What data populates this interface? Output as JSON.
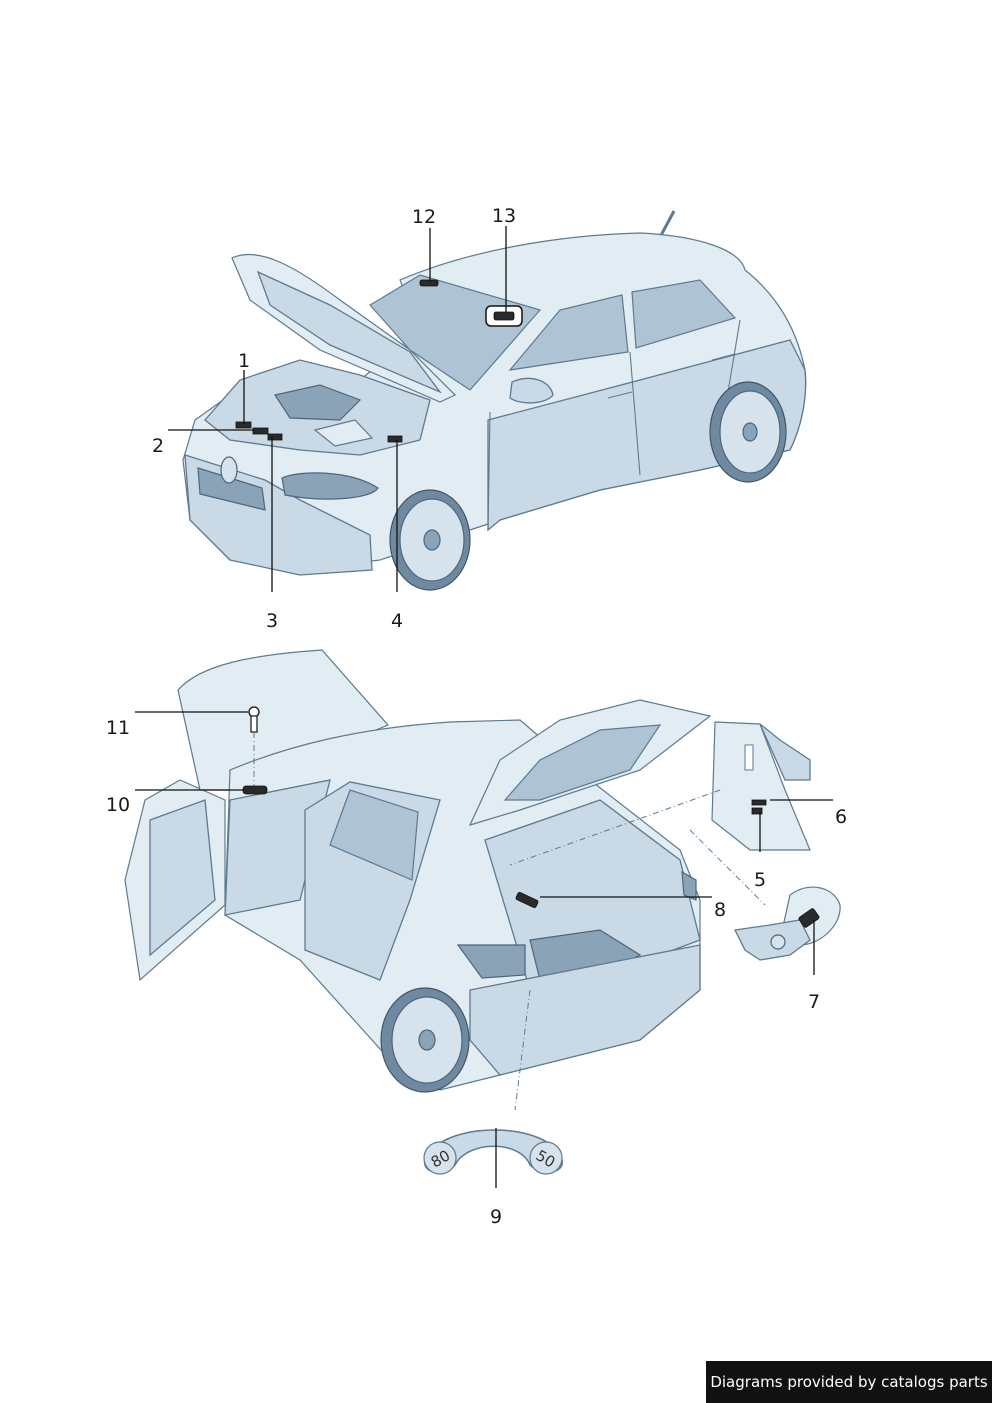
{
  "callouts": {
    "c1": "1",
    "c2": "2",
    "c3": "3",
    "c4": "4",
    "c5": "5",
    "c6": "6",
    "c7": "7",
    "c8": "8",
    "c9": "9",
    "c10": "10",
    "c11": "11",
    "c12": "12",
    "c13": "13"
  },
  "gauge": {
    "left_value": "80",
    "right_value": "50"
  },
  "footer": {
    "text": "Diagrams provided by catalogs parts"
  }
}
